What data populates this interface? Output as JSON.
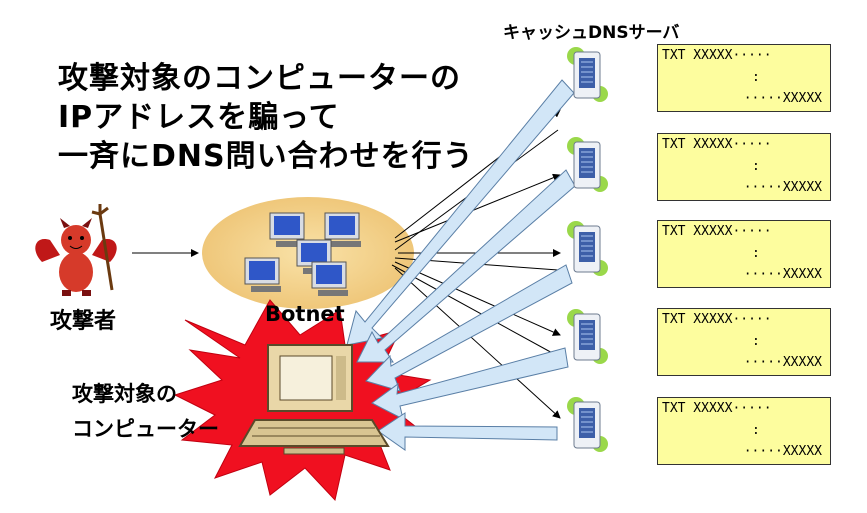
{
  "headline": {
    "line1": "攻撃対象のコンピューターの",
    "line2": "IPアドレスを騙って",
    "line3": "一斉にDNS問い合わせを行う"
  },
  "labels": {
    "cache_dns_servers": "キャッシュDNSサーバ",
    "attacker": "攻撃者",
    "botnet": "Botnet",
    "target_line1": "攻撃対象の",
    "target_line2": "コンピューター"
  },
  "dns_records": [
    {
      "line1": "TXT XXXXX·····",
      "line2": ":",
      "line3": "·····XXXXX"
    },
    {
      "line1": "TXT XXXXX·····",
      "line2": ":",
      "line3": "·····XXXXX"
    },
    {
      "line1": "TXT XXXXX·····",
      "line2": ":",
      "line3": "·····XXXXX"
    },
    {
      "line1": "TXT XXXXX·····",
      "line2": ":",
      "line3": "·····XXXXX"
    },
    {
      "line1": "TXT XXXXX·····",
      "line2": ":",
      "line3": "·····XXXXX"
    }
  ],
  "icons": [
    "devil-attacker-icon",
    "botnet-computers-icon",
    "target-computer-icon",
    "dns-server-icon"
  ],
  "colors": {
    "record_box": "#fdfd9e",
    "botnet_cloud": "#f5d48a",
    "explosion": "#f01020",
    "response_arrow": "#d2e6f7",
    "server_blob": "#9ad84a"
  }
}
